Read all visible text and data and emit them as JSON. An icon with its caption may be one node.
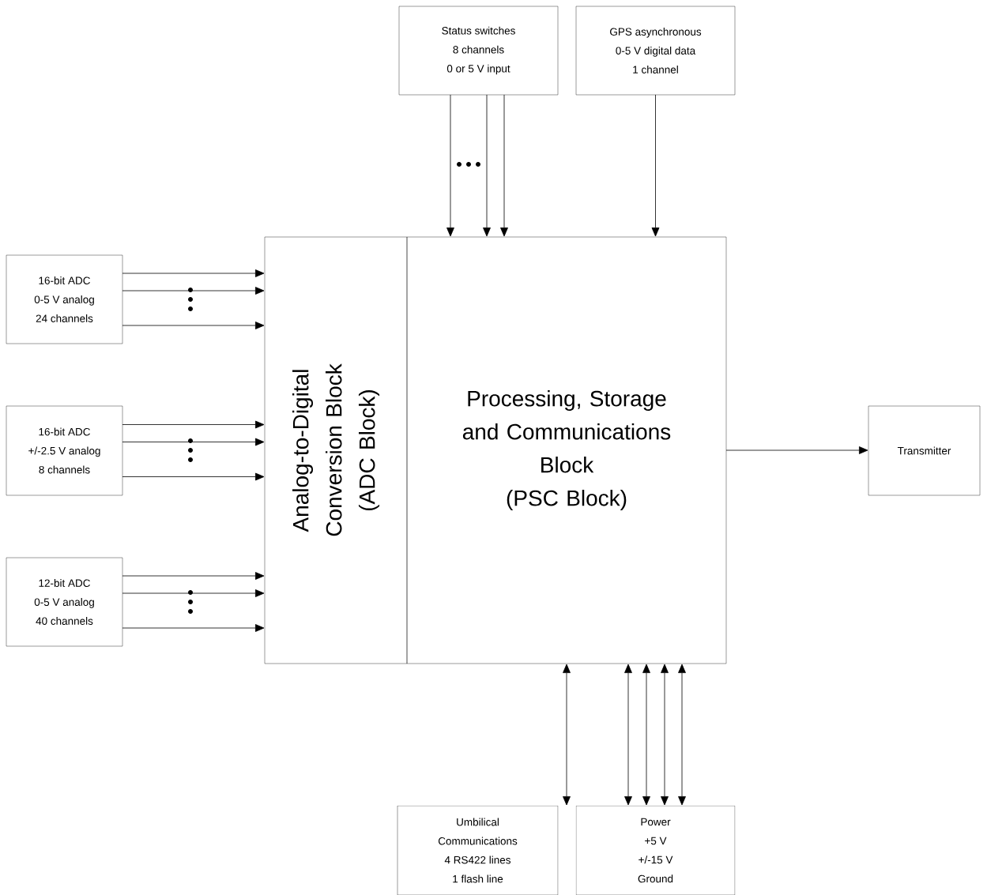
{
  "diagram": {
    "nodes": [
      {
        "text": [
          "Status switches",
          "8 channels",
          "0 or 5 V input"
        ]
      },
      {
        "text": [
          "GPS asynchronous",
          "0-5 V digital data",
          "1 channel"
        ]
      },
      {
        "text": [
          "16-bit ADC",
          "0-5 V analog",
          "24 channels"
        ]
      },
      {
        "text": [
          "16-bit ADC",
          "+/-2.5 V analog",
          "8 channels"
        ]
      },
      {
        "text": [
          "12-bit ADC",
          "0-5 V analog",
          "40 channels"
        ]
      },
      {
        "text": [
          "Analog-to-Digital Conversion Block",
          "(ADC Block)"
        ]
      },
      {
        "text": [
          "Processing, Storage and Communications Block",
          "(PSC Block)"
        ]
      },
      {
        "text": [
          "Transmitter"
        ]
      },
      {
        "text": [
          "Umbilical",
          "Communications",
          "4 RS422 lines",
          "1 flash line"
        ]
      },
      {
        "text": [
          "Power",
          "+5 V",
          "+/-15 V",
          "Ground"
        ]
      }
    ],
    "edges": [
      {
        "from": 0,
        "to": 6,
        "arrow": "to"
      },
      {
        "from": 0,
        "to": 6,
        "arrow": "to"
      },
      {
        "from": 0,
        "to": 6,
        "arrow": "to"
      },
      {
        "from": 1,
        "to": 6,
        "arrow": "to"
      },
      {
        "from": 2,
        "to": 5,
        "arrow": "to"
      },
      {
        "from": 2,
        "to": 5,
        "arrow": "to"
      },
      {
        "from": 2,
        "to": 5,
        "arrow": "to"
      },
      {
        "from": 3,
        "to": 5,
        "arrow": "to"
      },
      {
        "from": 3,
        "to": 5,
        "arrow": "to"
      },
      {
        "from": 3,
        "to": 5,
        "arrow": "to"
      },
      {
        "from": 4,
        "to": 5,
        "arrow": "to"
      },
      {
        "from": 4,
        "to": 5,
        "arrow": "to"
      },
      {
        "from": 4,
        "to": 5,
        "arrow": "to"
      },
      {
        "from": 6,
        "to": 7,
        "arrow": "to"
      },
      {
        "from": 6,
        "to": 8,
        "arrow": "both"
      },
      {
        "from": 9,
        "to": 6,
        "arrow": "both"
      },
      {
        "from": 9,
        "to": 6,
        "arrow": "both"
      },
      {
        "from": 9,
        "to": 6,
        "arrow": "both"
      },
      {
        "from": 9,
        "to": 6,
        "arrow": "both"
      }
    ]
  }
}
